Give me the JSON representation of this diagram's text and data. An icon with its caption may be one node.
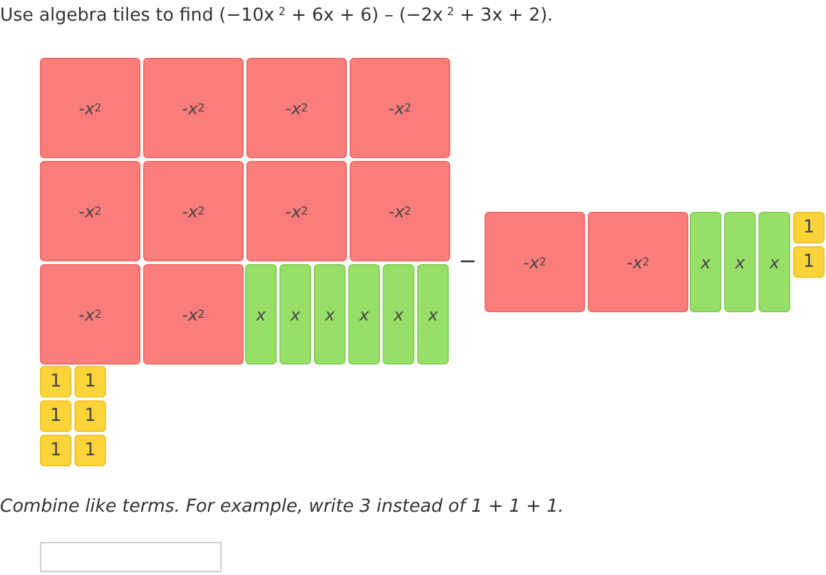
{
  "diagram": {
    "title": "Use algebra tiles to find (−10x$^{2}$ + 6x + 6) – (−2x$^{2}$ + 3x + 2).",
    "nodes": [
      {
        "text": [
          "-*x*$^{2}$"
        ]
      },
      {
        "text": [
          "-*x*$^{2}$"
        ]
      },
      {
        "text": [
          "-*x*$^{2}$"
        ]
      },
      {
        "text": [
          "-*x*$^{2}$"
        ]
      },
      {
        "text": [
          "-*x*$^{2}$"
        ]
      },
      {
        "text": [
          "-*x*$^{2}$"
        ]
      },
      {
        "text": [
          "-*x*$^{2}$"
        ]
      },
      {
        "text": [
          "-*x*$^{2}$"
        ]
      },
      {
        "text": [
          "-*x*$^{2}$"
        ]
      },
      {
        "text": [
          "-*x*$^{2}$"
        ]
      },
      {
        "text": [
          "x"
        ]
      },
      {
        "text": [
          "x"
        ]
      },
      {
        "text": [
          "x"
        ]
      },
      {
        "text": [
          "x"
        ]
      },
      {
        "text": [
          "x"
        ]
      },
      {
        "text": [
          "x"
        ]
      },
      {
        "text": [
          "1"
        ]
      },
      {
        "text": [
          "1"
        ]
      },
      {
        "text": [
          "1"
        ]
      },
      {
        "text": [
          "1"
        ]
      },
      {
        "text": [
          "1"
        ]
      },
      {
        "text": [
          "1"
        ]
      },
      {
        "text": [
          "-*x*$^{2}$"
        ]
      },
      {
        "text": [
          "-*x*$^{2}$"
        ]
      },
      {
        "text": [
          "x"
        ]
      },
      {
        "text": [
          "x"
        ]
      },
      {
        "text": [
          "x"
        ]
      },
      {
        "text": [
          "1"
        ]
      },
      {
        "text": [
          "1"
        ]
      }
    ],
    "labels": [
      "−",
      "Combine like terms. For example, write 3 instead of 1 + 1 + 1."
    ]
  }
}
